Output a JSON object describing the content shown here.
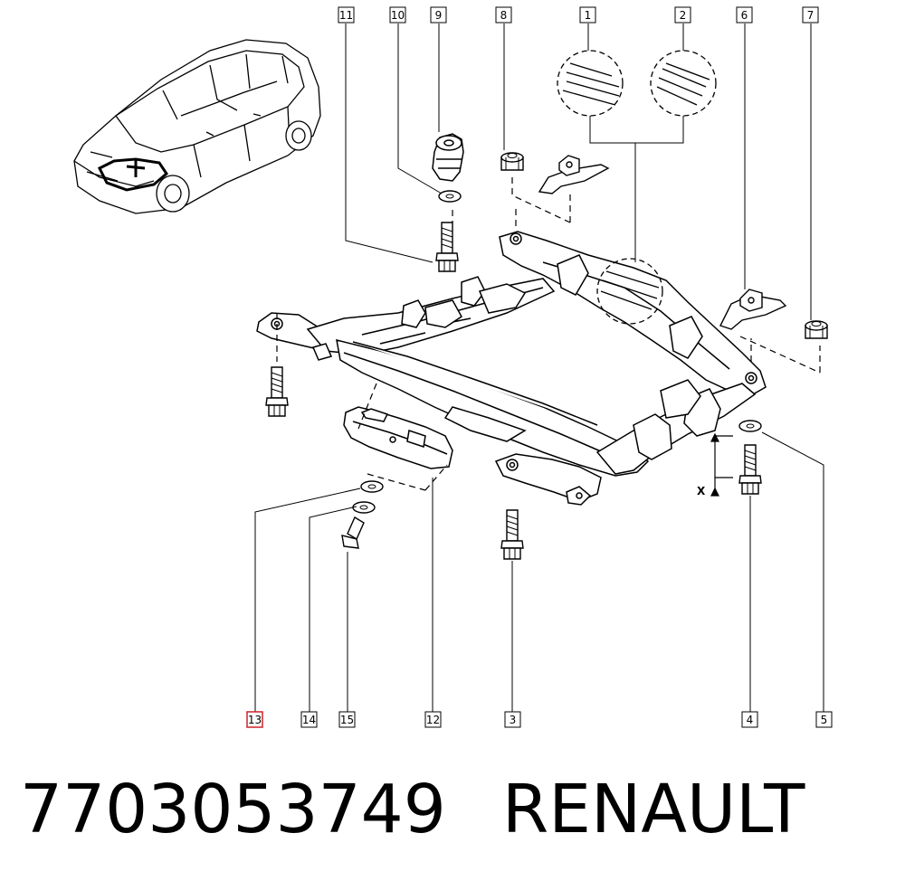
{
  "callouts": {
    "c1": "1",
    "c2": "2",
    "c3": "3",
    "c4": "4",
    "c5": "5",
    "c6": "6",
    "c7": "7",
    "c8": "8",
    "c9": "9",
    "c10": "10",
    "c11": "11",
    "c12": "12",
    "c13": "13",
    "c14": "14",
    "c15": "15"
  },
  "dimension_label": "X",
  "caption": {
    "part_number": "7703053749",
    "brand": "RENAULT"
  },
  "colors": {
    "line": "#000000",
    "highlight_box": "#d0202a",
    "background": "#ffffff"
  }
}
